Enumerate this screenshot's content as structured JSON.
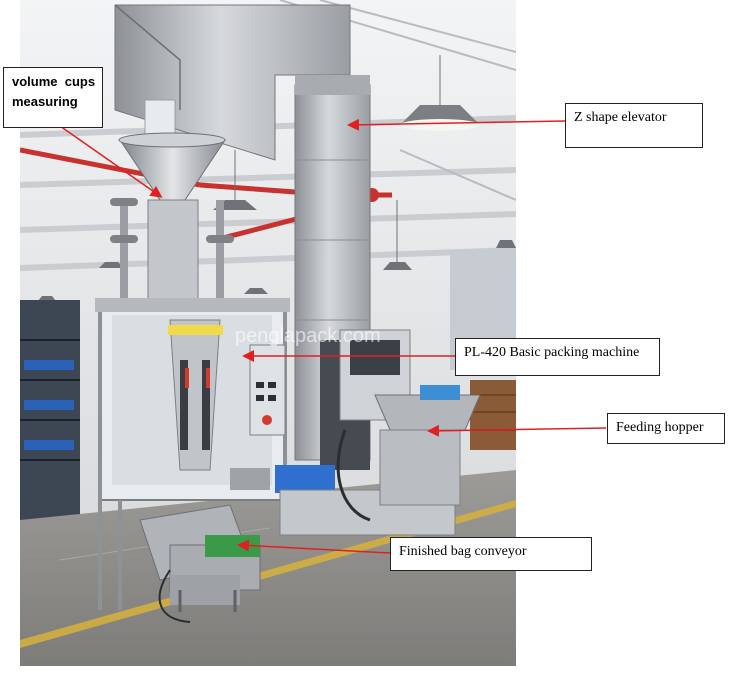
{
  "watermark": "penglapack.com",
  "labels": {
    "volume_cups_line1": "volume  cups",
    "volume_cups_line2": "measuring",
    "z_elevator": "Z shape elevator",
    "packing_machine": "PL-420 Basic packing machine",
    "feeding_hopper": "Feeding hopper",
    "bag_conveyor": "Finished bag conveyor"
  },
  "colors": {
    "arrow": "#e02020",
    "steel": "#b9bcc0",
    "floor": "#8f8e8b",
    "ceiling": "#eef0f2"
  }
}
